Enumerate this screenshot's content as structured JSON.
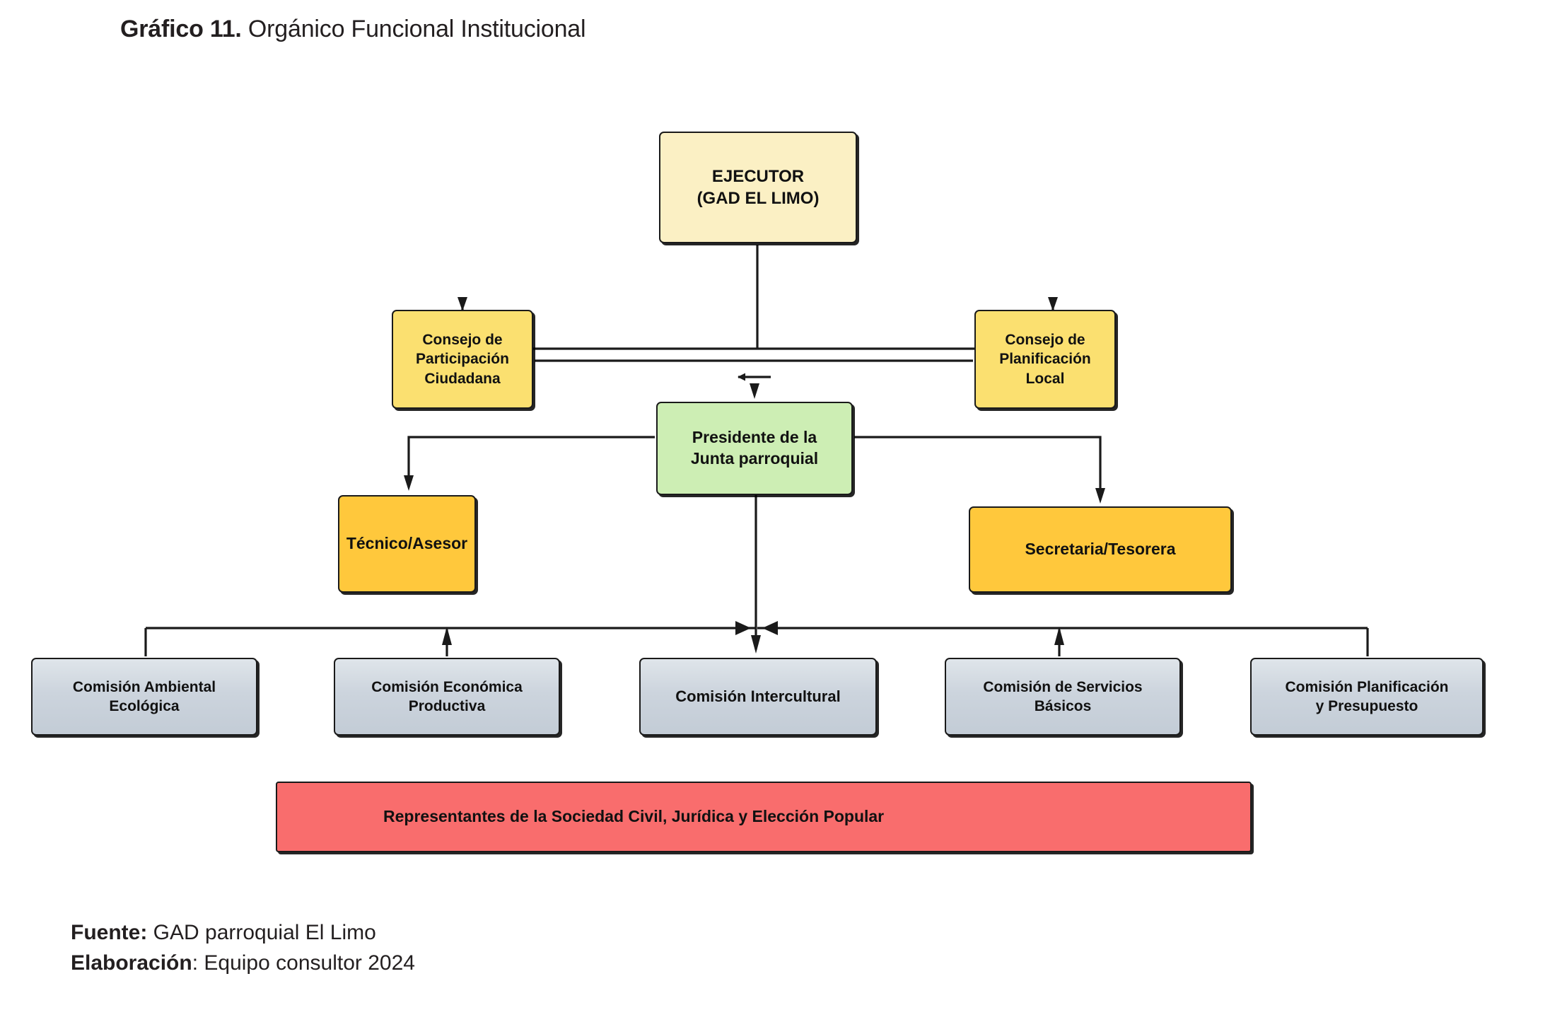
{
  "title": {
    "strong": "Gráfico 11.",
    "rest": " Orgánico Funcional Institucional"
  },
  "diagram": {
    "type": "organizational-chart",
    "nodes": {
      "ejecutor": {
        "label": "EJECUTOR\n(GAD EL LIMO)",
        "color": "#fbf0c4",
        "level": "ejecutor"
      },
      "consejo_participacion": {
        "label": "Consejo de\nParticipación\nCiudadana",
        "color": "#fbe070",
        "level": "consejo"
      },
      "consejo_planificacion": {
        "label": "Consejo de\nPlanificación\nLocal",
        "color": "#fbe070",
        "level": "consejo"
      },
      "presidente": {
        "label": "Presidente de la\nJunta parroquial",
        "color": "#cdeeb4",
        "level": "presidencia"
      },
      "tecnico": {
        "label": "Técnico/Asesor",
        "color": "#ffc83c",
        "level": "apoyo"
      },
      "secretaria": {
        "label": "Secretaria/Tesorera",
        "color": "#ffc83c",
        "level": "apoyo"
      },
      "com_ambiental": {
        "label": "Comisión Ambiental\nEcológica",
        "color": "#ccd4dd",
        "level": "comision"
      },
      "com_economica": {
        "label": "Comisión Económica\nProductiva",
        "color": "#ccd4dd",
        "level": "comision"
      },
      "com_intercultural": {
        "label": "Comisión Intercultural",
        "color": "#ccd4dd",
        "level": "comision"
      },
      "com_servicios": {
        "label": "Comisión de Servicios\nBásicos",
        "color": "#ccd4dd",
        "level": "comision"
      },
      "com_planificacion": {
        "label": "Comisión Planificación\ny Presupuesto",
        "color": "#ccd4dd",
        "level": "comision"
      },
      "representantes": {
        "label": "Representantes de la Sociedad Civil, Jurídica y Elección Popular",
        "color": "#f96d6d",
        "level": "base"
      }
    },
    "edges": [
      {
        "from": "ejecutor",
        "to": "consejo_participacion",
        "arrow": true
      },
      {
        "from": "ejecutor",
        "to": "consejo_planificacion",
        "arrow": true
      },
      {
        "from": "consejo_participacion",
        "to": "presidente",
        "arrow": true
      },
      {
        "from": "consejo_planificacion",
        "to": "presidente",
        "arrow": true
      },
      {
        "from": "presidente",
        "to": "tecnico",
        "arrow": true
      },
      {
        "from": "presidente",
        "to": "secretaria",
        "arrow": true
      },
      {
        "from": "presidente",
        "to": "com_intercultural",
        "arrow": true
      },
      {
        "from": "com_ambiental",
        "to": "commission-bus",
        "arrow": false
      },
      {
        "from": "com_economica",
        "to": "commission-bus",
        "arrow": true
      },
      {
        "from": "com_servicios",
        "to": "commission-bus",
        "arrow": true
      },
      {
        "from": "com_planificacion",
        "to": "commission-bus",
        "arrow": false
      }
    ],
    "line_color": "#1a1a1a"
  },
  "footer": {
    "lines": [
      {
        "strong": "Fuente:",
        "rest": " GAD parroquial El Limo"
      },
      {
        "strong": "Elaboración",
        "rest": ": Equipo consultor 2024"
      }
    ]
  }
}
